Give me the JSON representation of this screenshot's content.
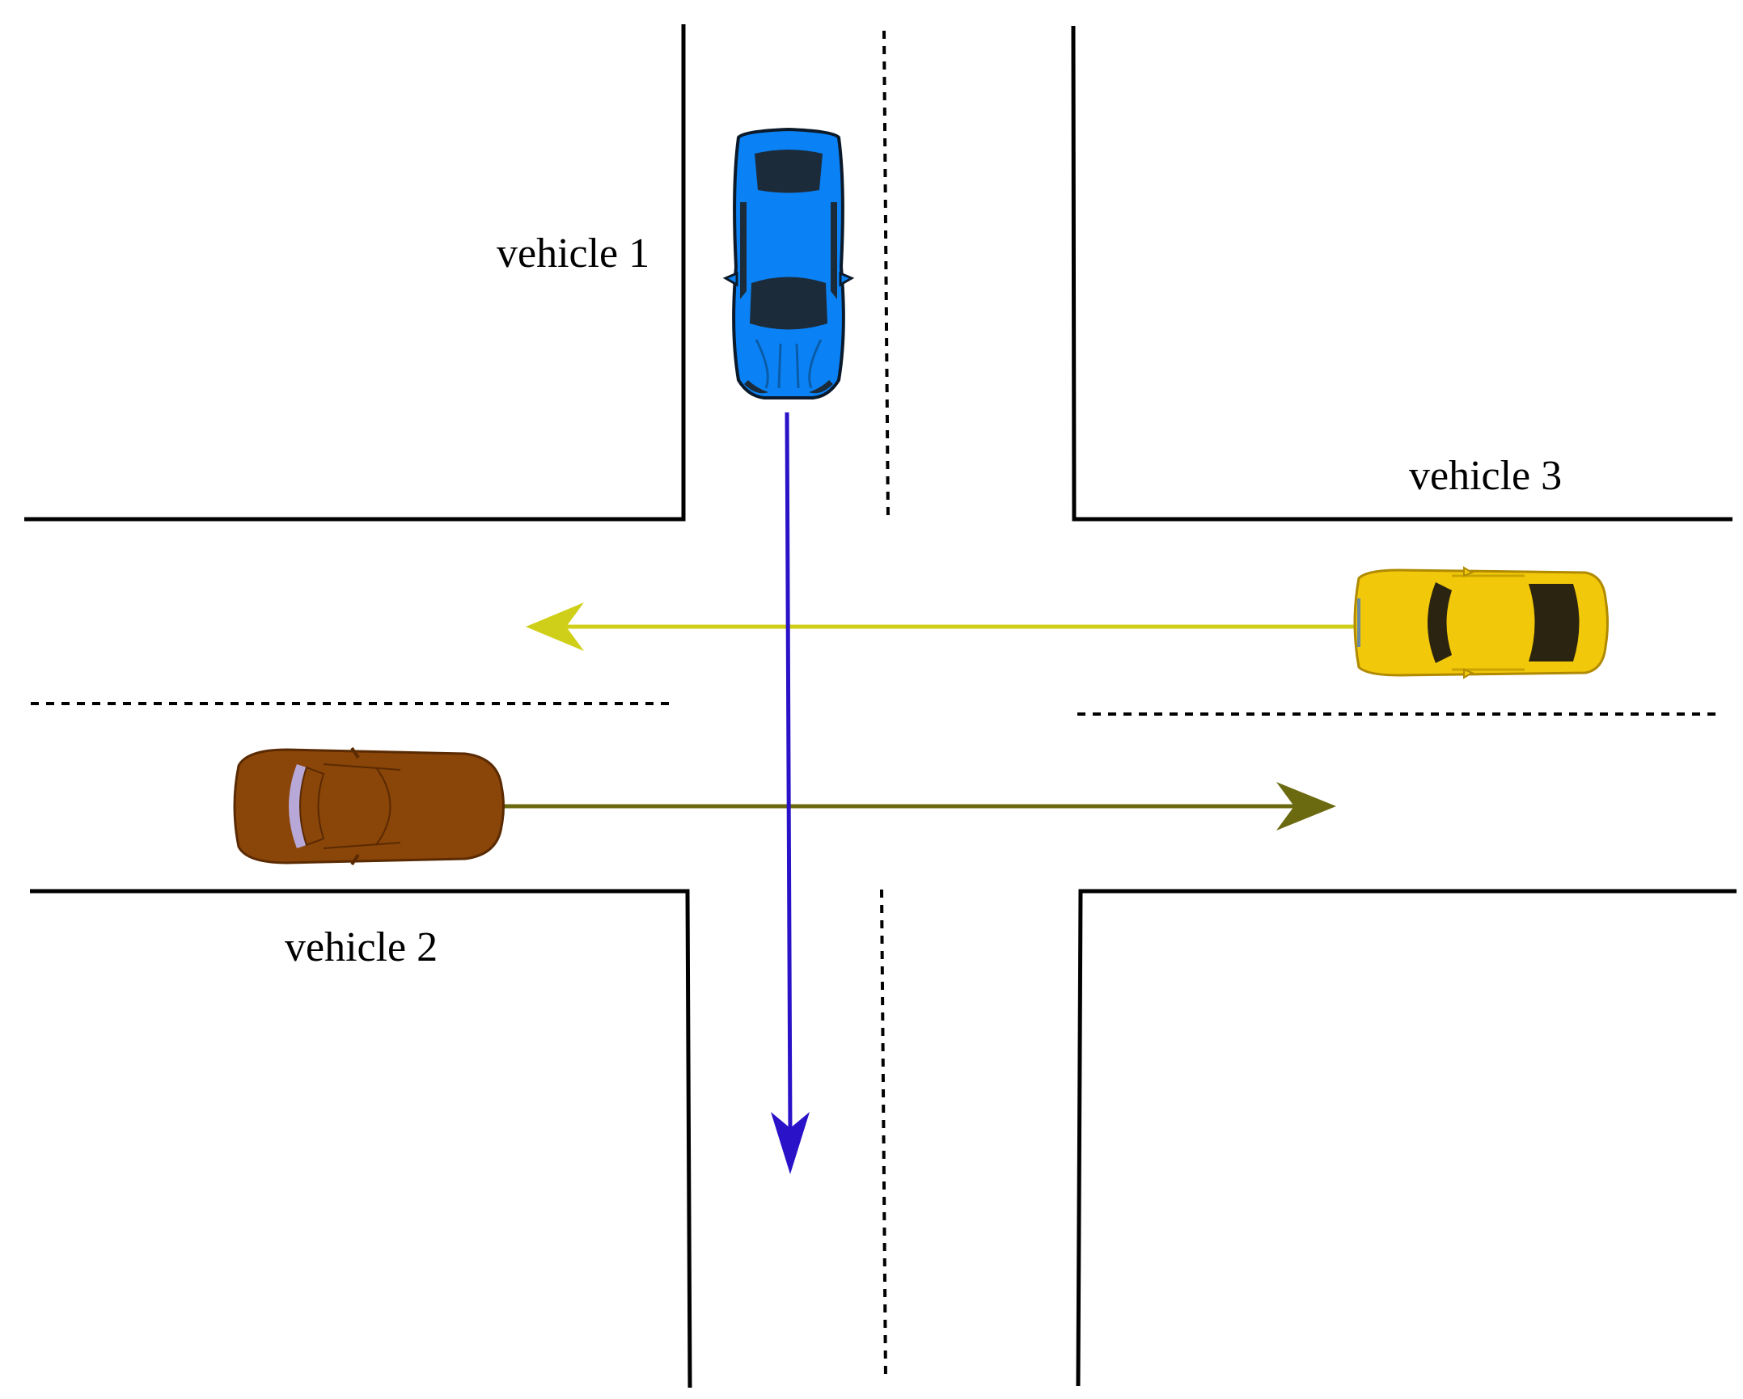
{
  "labels": {
    "vehicle1": "vehicle 1",
    "vehicle2": "vehicle 2",
    "vehicle3": "vehicle 3"
  },
  "colors": {
    "road_edge": "#000000",
    "lane_divider": "#000000",
    "vehicle1_body": "#0a82f5",
    "vehicle1_path": "#2a12c8",
    "vehicle2_body": "#8a4508",
    "vehicle2_path": "#6b6a10",
    "vehicle3_body": "#f2c80a",
    "vehicle3_path": "#cfcf1a",
    "window_dark": "#1c2b3a"
  },
  "vehicles": [
    {
      "label": "vehicle 1",
      "heading": "south",
      "path": "straight down through the intersection"
    },
    {
      "label": "vehicle 2",
      "heading": "east",
      "path": "straight right through the intersection"
    },
    {
      "label": "vehicle 3",
      "heading": "west",
      "path": "straight left through the intersection"
    }
  ]
}
